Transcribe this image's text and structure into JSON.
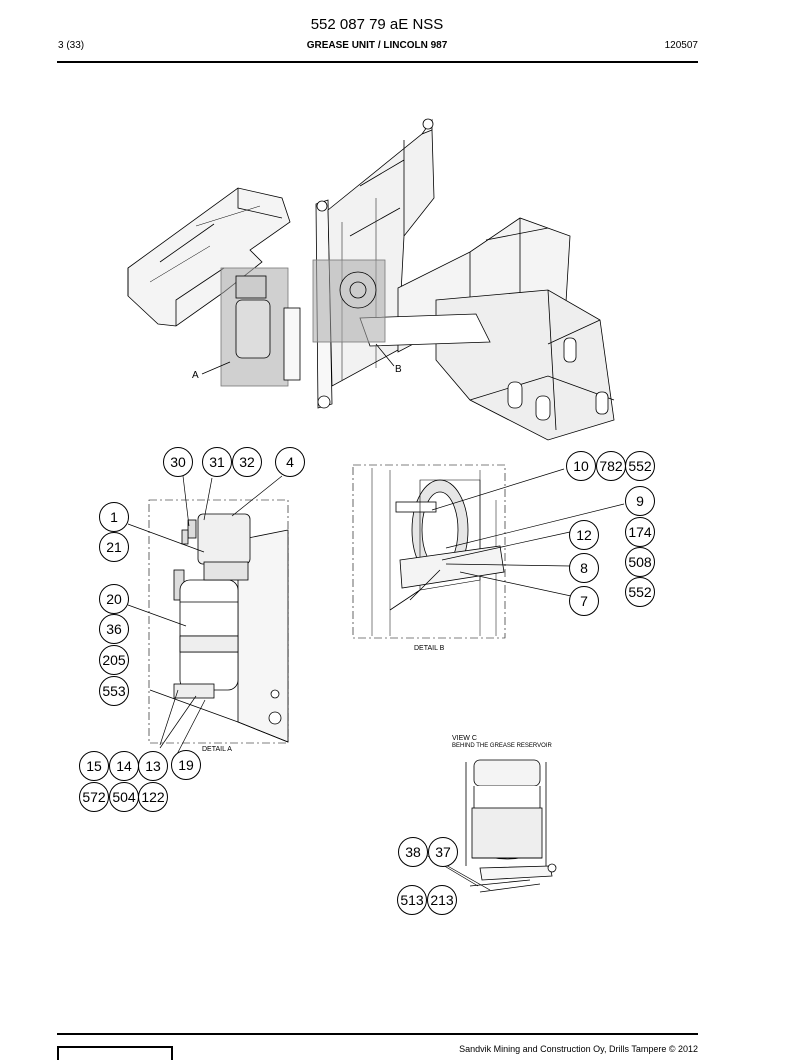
{
  "header": {
    "doc_number": "552 087 79 aE NSS",
    "page": "3 (33)",
    "title": "GREASE UNIT / LINCOLN 987",
    "date": "120507"
  },
  "labels": {
    "detail_a": "DETAIL A",
    "detail_b": "DETAIL B",
    "view_c_title": "VIEW C",
    "view_c_sub": "BEHIND THE GREASE RESERVOIR",
    "marker_a": "A",
    "marker_b": "B"
  },
  "callouts": {
    "c30": "30",
    "c31": "31",
    "c32": "32",
    "c4": "4",
    "c1": "1",
    "c21": "21",
    "c20": "20",
    "c36": "36",
    "c205": "205",
    "c553": "553",
    "c15": "15",
    "c14": "14",
    "c13": "13",
    "c19": "19",
    "c572": "572",
    "c504": "504",
    "c122": "122",
    "c10": "10",
    "c782": "782",
    "c552a": "552",
    "c9": "9",
    "c12": "12",
    "c174": "174",
    "c8": "8",
    "c508": "508",
    "c7": "7",
    "c552b": "552",
    "c38": "38",
    "c37": "37",
    "c513": "513",
    "c213": "213"
  },
  "footer": {
    "copyright": "Sandvik Mining and Construction Oy, Drills Tampere © 2012"
  }
}
